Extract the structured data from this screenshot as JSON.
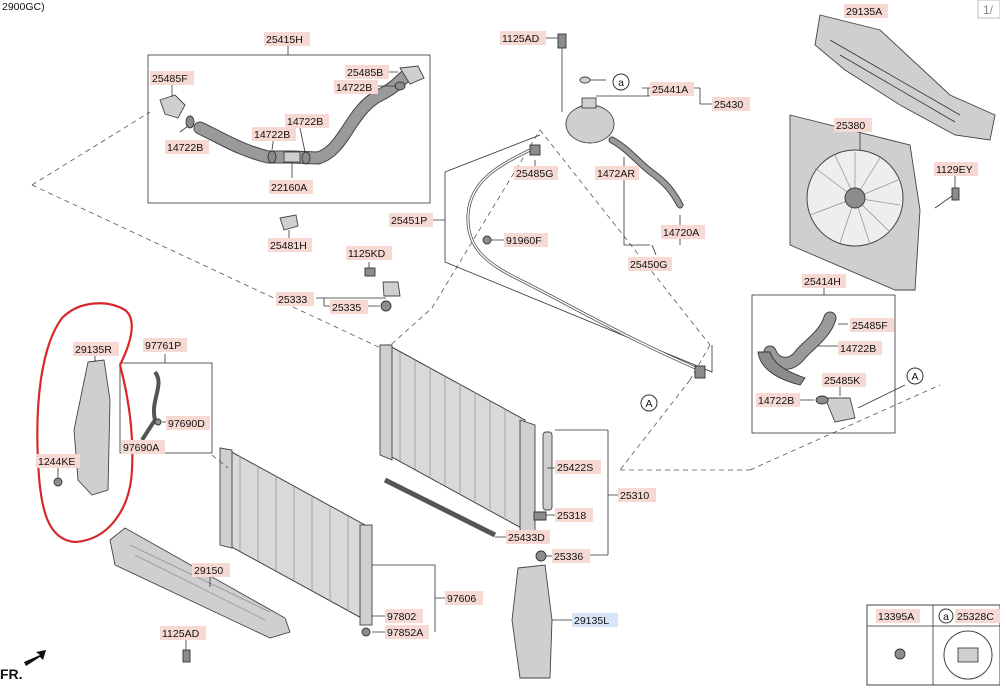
{
  "header": {
    "corner_text": "2900GC)",
    "page_tag": "1/"
  },
  "direction_label": "FR.",
  "parts": {
    "p29135A": "29135A",
    "p25415H": "25415H",
    "p1125AD_top": "1125AD",
    "p25485F_a": "25485F",
    "p25485B": "25485B",
    "p14722B_a": "14722B",
    "p14722B_b": "14722B",
    "p14722B_c": "14722B",
    "p14722B_d": "14722B",
    "p22160A": "22160A",
    "p25481H": "25481H",
    "p25441A": "25441A",
    "p25430": "25430",
    "p25380": "25380",
    "p1129EY": "1129EY",
    "p25485G": "25485G",
    "p1472AR": "1472AR",
    "p25451P": "25451P",
    "p91960F": "91960F",
    "p14720A": "14720A",
    "p25450G": "25450G",
    "p1125KD": "1125KD",
    "p25333": "25333",
    "p25335": "25335",
    "p25414H": "25414H",
    "p25485F_b": "25485F",
    "p14722B_e": "14722B",
    "p25485K": "25485K",
    "p14722B_f": "14722B",
    "p29135R": "29135R",
    "p97761P": "97761P",
    "p97690D": "97690D",
    "p97690A": "97690A",
    "p1244KE": "1244KE",
    "p25422S": "25422S",
    "p25310": "25310",
    "p25318": "25318",
    "p25433D": "25433D",
    "p25336": "25336",
    "p29150": "29150",
    "p97606": "97606",
    "p97802": "97802",
    "p97852A": "97852A",
    "p29135L": "29135L",
    "p1125AD_bottom": "1125AD"
  },
  "callouts": {
    "a1": "a",
    "A1": "A",
    "A2": "A",
    "a_legend": "a"
  },
  "legend": {
    "col1": "13395A",
    "col2": "25328C"
  }
}
